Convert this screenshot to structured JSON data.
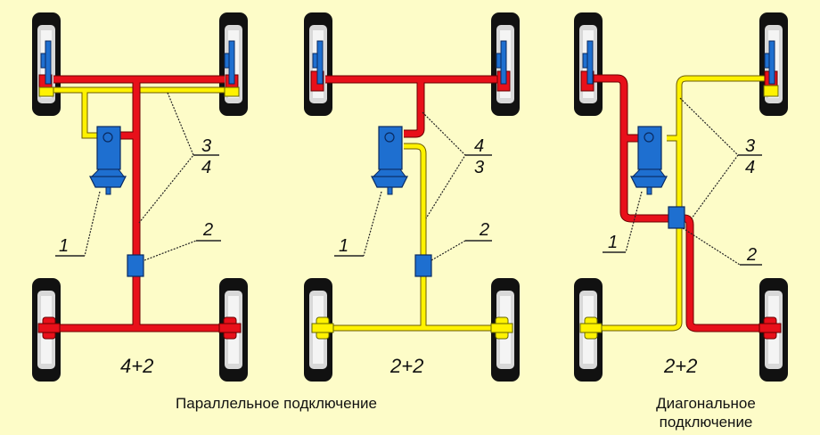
{
  "colors": {
    "background": "#fdfcc8",
    "circuit_a": "#e8101a",
    "circuit_b": "#fff200",
    "components": "#1e6fd0",
    "tire": "#111111"
  },
  "schemes": [
    {
      "label": "4+2",
      "callouts": {
        "cylinder": "1",
        "regulator": "2",
        "line_top": "3",
        "line_bottom": "4"
      }
    },
    {
      "label": "2+2",
      "callouts": {
        "cylinder": "1",
        "regulator": "2",
        "line_top": "4",
        "line_bottom": "3"
      }
    },
    {
      "label": "2+2",
      "callouts": {
        "cylinder": "1",
        "regulator": "2",
        "line_top": "3",
        "line_bottom": "4"
      }
    }
  ],
  "captions": {
    "parallel": "Параллельное подключение",
    "diagonal_line1": "Диагональное",
    "diagonal_line2": "подключение"
  }
}
